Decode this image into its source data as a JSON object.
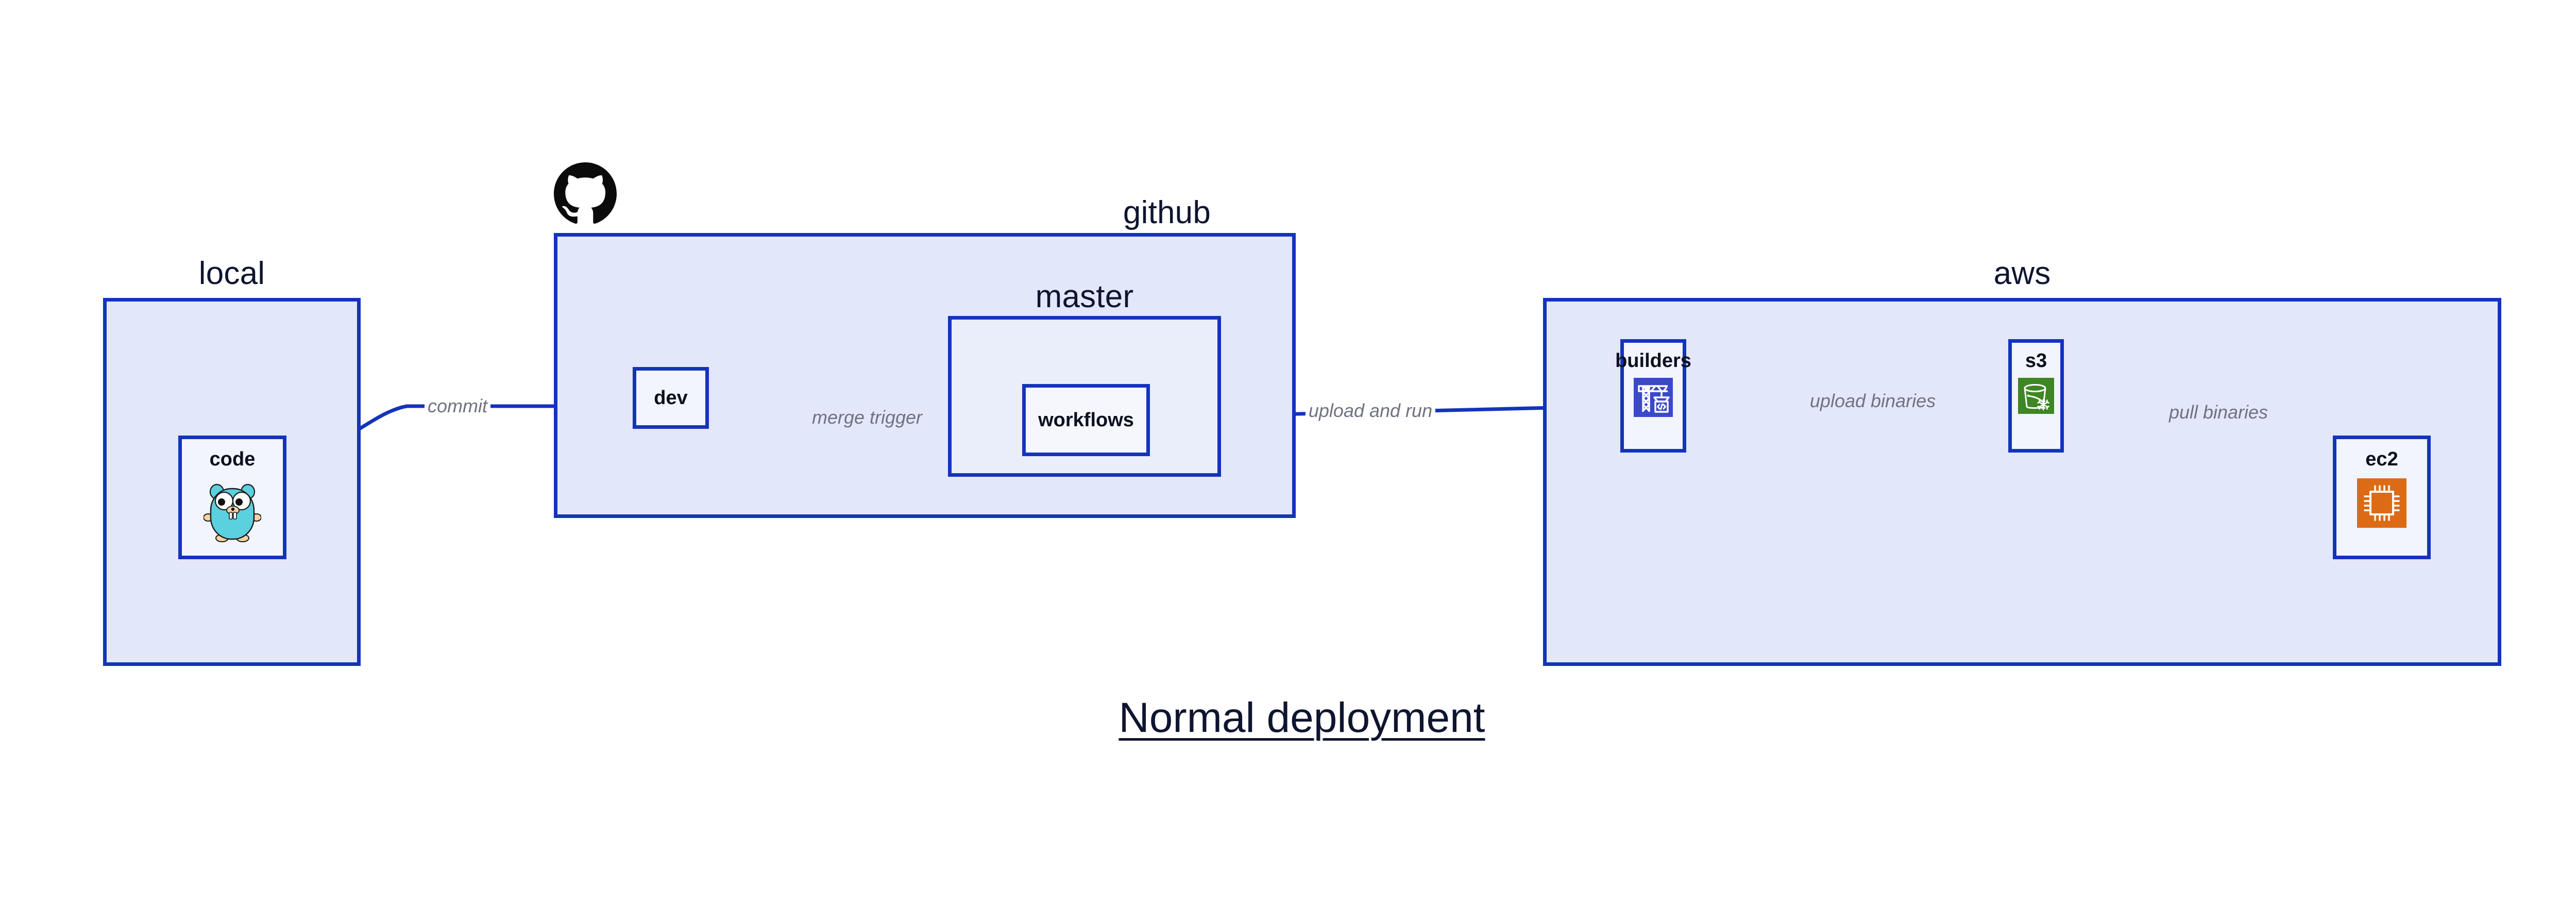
{
  "diagram": {
    "title": "Normal deployment",
    "background": "#ffffff",
    "stroke_color": "#1433bc",
    "group_fill": "#e3e7fa",
    "nested_fill": "#eaeefb",
    "node_fill": "#f2f5fd",
    "label_color": "#0f1530",
    "edge_label_color": "#6f7380"
  },
  "groups": {
    "local": {
      "label": "local"
    },
    "github": {
      "label": "github"
    },
    "master": {
      "label": "master"
    },
    "aws": {
      "label": "aws"
    }
  },
  "nodes": {
    "code": {
      "label": "code",
      "icon": "go-gopher-icon"
    },
    "dev": {
      "label": "dev"
    },
    "workflows": {
      "label": "workflows"
    },
    "builders": {
      "label": "builders",
      "icon": "aws-codebuild-icon",
      "icon_color": "#3B48CC"
    },
    "s3": {
      "label": "s3",
      "icon": "aws-s3-glacier-icon",
      "icon_color": "#3F8624"
    },
    "ec2": {
      "label": "ec2",
      "icon": "aws-ec2-icon",
      "icon_color": "#DD6B15"
    }
  },
  "edges": [
    {
      "id": "commit",
      "label": "commit",
      "from": "code",
      "to": "dev"
    },
    {
      "id": "merge-trigger",
      "label": "merge trigger",
      "from": "dev",
      "to": "workflows"
    },
    {
      "id": "upload-and-run",
      "label": "upload and run",
      "from": "workflows",
      "to": "builders"
    },
    {
      "id": "upload-binaries",
      "label": "upload binaries",
      "from": "builders",
      "to": "s3"
    },
    {
      "id": "pull-binaries",
      "label": "pull binaries",
      "from": "s3",
      "to": "ec2"
    }
  ],
  "logos": {
    "github": "github-octocat-icon"
  }
}
